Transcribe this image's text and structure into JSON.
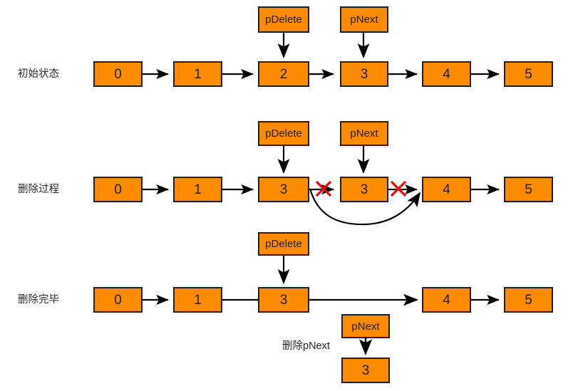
{
  "diagram": {
    "title_present": false,
    "colors": {
      "node_fill": "#FF8C00",
      "node_border": "#231f20",
      "arrow": "#000000",
      "x_mark": "#EE0000",
      "text": "#231f20",
      "background": "#FFFFFF"
    },
    "rows": [
      {
        "id": "row-initial",
        "label": "初始状态",
        "nodes": [
          "0",
          "1",
          "2",
          "3",
          "4",
          "5"
        ],
        "pointers": [
          {
            "name": "pDelete",
            "target_index": 2
          },
          {
            "name": "pNext",
            "target_index": 3
          }
        ],
        "broken_links": []
      },
      {
        "id": "row-deleting",
        "label": "删除过程",
        "nodes": [
          "0",
          "1",
          "3",
          "3",
          "4",
          "5"
        ],
        "pointers": [
          {
            "name": "pDelete",
            "target_index": 2
          },
          {
            "name": "pNext",
            "target_index": 3
          }
        ],
        "broken_links": [
          {
            "between": [
              2,
              3
            ],
            "marker": "x-mark"
          },
          {
            "between": [
              3,
              4
            ],
            "marker": "x-mark"
          }
        ],
        "bypass_link": {
          "from_index": 2,
          "to_index": 4
        }
      },
      {
        "id": "row-done",
        "label": "删除完毕",
        "nodes": [
          "0",
          "1",
          "3",
          "4",
          "5"
        ],
        "pointers": [
          {
            "name": "pDelete",
            "target_index": 2
          }
        ],
        "broken_links": []
      }
    ],
    "footer": {
      "note_label": "删除pNext",
      "pointer_name": "pNext",
      "freed_node": "3"
    }
  }
}
